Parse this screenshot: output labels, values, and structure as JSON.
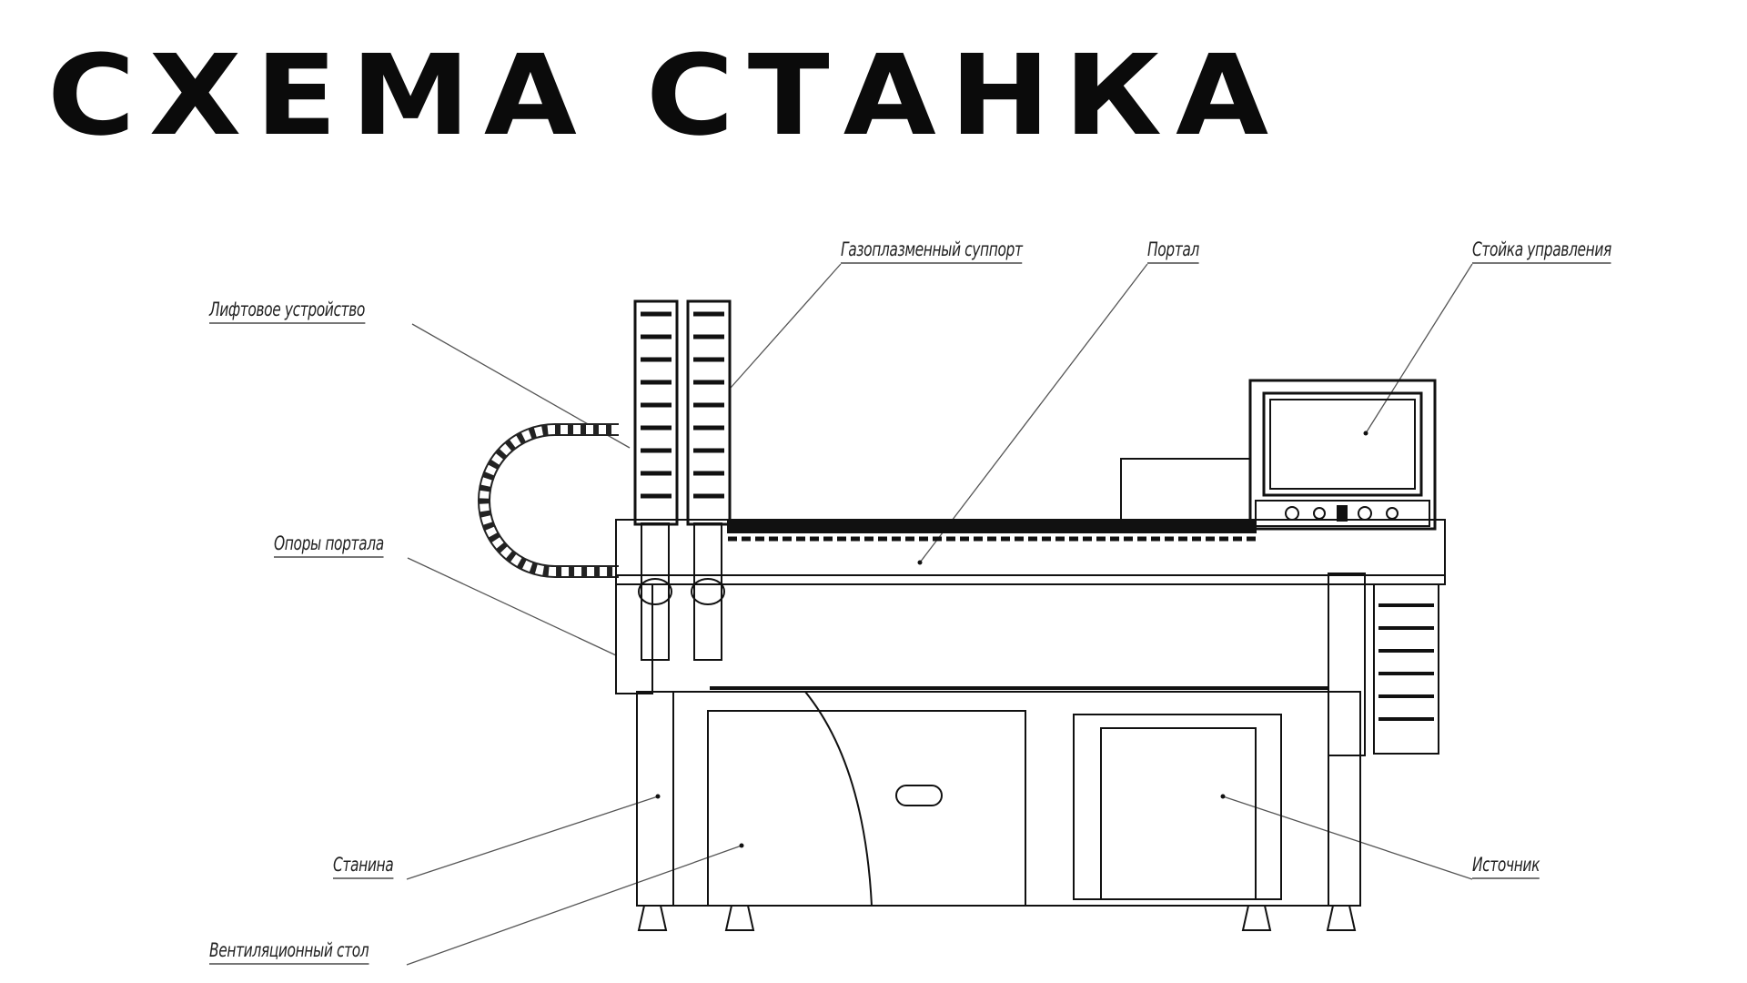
{
  "title": "СХЕМА СТАНКА",
  "labels": {
    "gas_plasma_support": "Газоплазменный суппорт",
    "portal": "Портал",
    "control_stand": "Стойка управления",
    "lift_device": "Лифтовое устройство",
    "portal_supports": "Опоры портала",
    "frame": "Станина",
    "source": "Источник",
    "ventilation_table": "Вентиляционный стол"
  }
}
